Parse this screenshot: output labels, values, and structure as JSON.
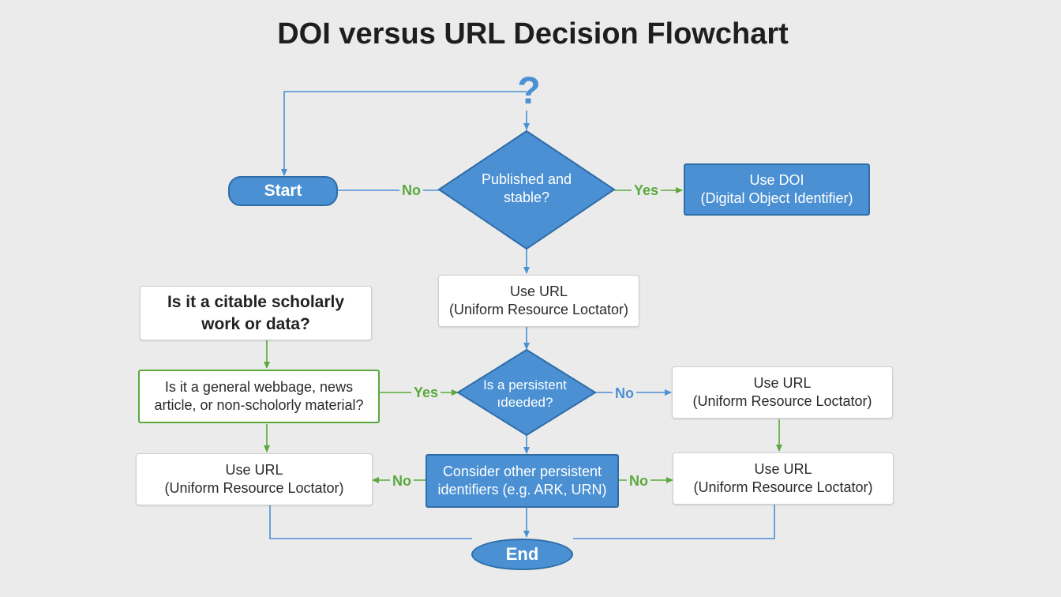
{
  "title": "DOI versus URL Decision Flowchart",
  "symbol": "?",
  "nodes": {
    "start": "Start",
    "end": "End",
    "published_stable": {
      "line1": "Published and",
      "line2": "stable?"
    },
    "use_doi": {
      "line1": "Use DOI",
      "line2": "(Digital Object Identifier)"
    },
    "use_url_top": {
      "line1": "Use URL",
      "line2": "(Uniform Resource Loctator)"
    },
    "citable": {
      "line1": "Is it a citable scholarly",
      "line2": "work or data?"
    },
    "general": {
      "line1": "Is it a general webbage, news",
      "line2": "article, or non-scholorly material?"
    },
    "persistent": {
      "line1": "Is a persistent",
      "line2": "ıdeeded?"
    },
    "use_url_right": {
      "line1": "Use URL",
      "line2": "(Uniform Resource Loctator)"
    },
    "use_url_left": {
      "line1": "Use URL",
      "line2": "(Uniform Resource Loctator)"
    },
    "consider_other": {
      "line1": "Consider other persistent",
      "line2": "identifiers (e.g. ARK, URN)"
    },
    "use_url_bottom_right": {
      "line1": "Use URL",
      "line2": "(Uniform Resource Loctator)"
    }
  },
  "edges": {
    "start_to_published": "No",
    "published_to_doi": "Yes",
    "general_to_persistent": "Yes",
    "persistent_to_url": "No",
    "consider_to_left_url": "No",
    "consider_to_right_url": "No"
  },
  "colors": {
    "blue": "#4a90d3",
    "blue_border": "#2f6da8",
    "green": "#5aa93c",
    "background": "#ebebeb"
  }
}
